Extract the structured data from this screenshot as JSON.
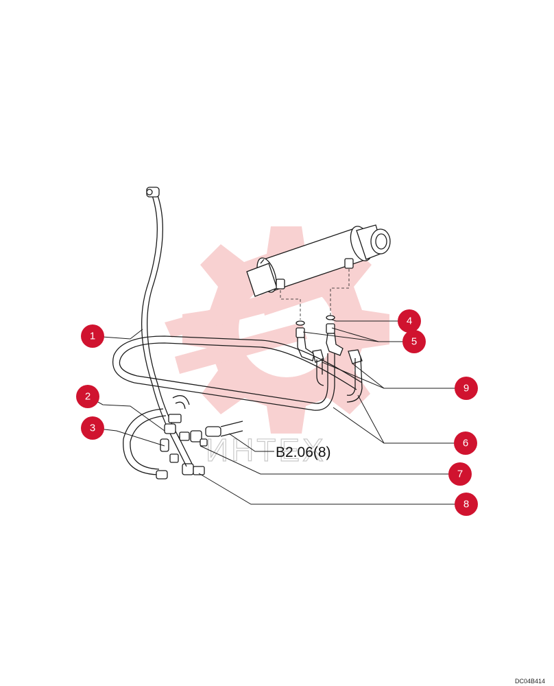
{
  "colors": {
    "callout": "#d0132f",
    "watermark_logo": "#f7c9c9",
    "line": "#1a1a1a"
  },
  "watermark": {
    "logo_icon": "gear-logo-icon",
    "text": "ИНТЕХ"
  },
  "callouts": [
    {
      "label": "1"
    },
    {
      "label": "2"
    },
    {
      "label": "3"
    },
    {
      "label": "4"
    },
    {
      "label": "5"
    },
    {
      "label": "6"
    },
    {
      "label": "7"
    },
    {
      "label": "8"
    },
    {
      "label": "9"
    }
  ],
  "reference_label": "B2.06(8)",
  "drawing_code": "DC04B414"
}
